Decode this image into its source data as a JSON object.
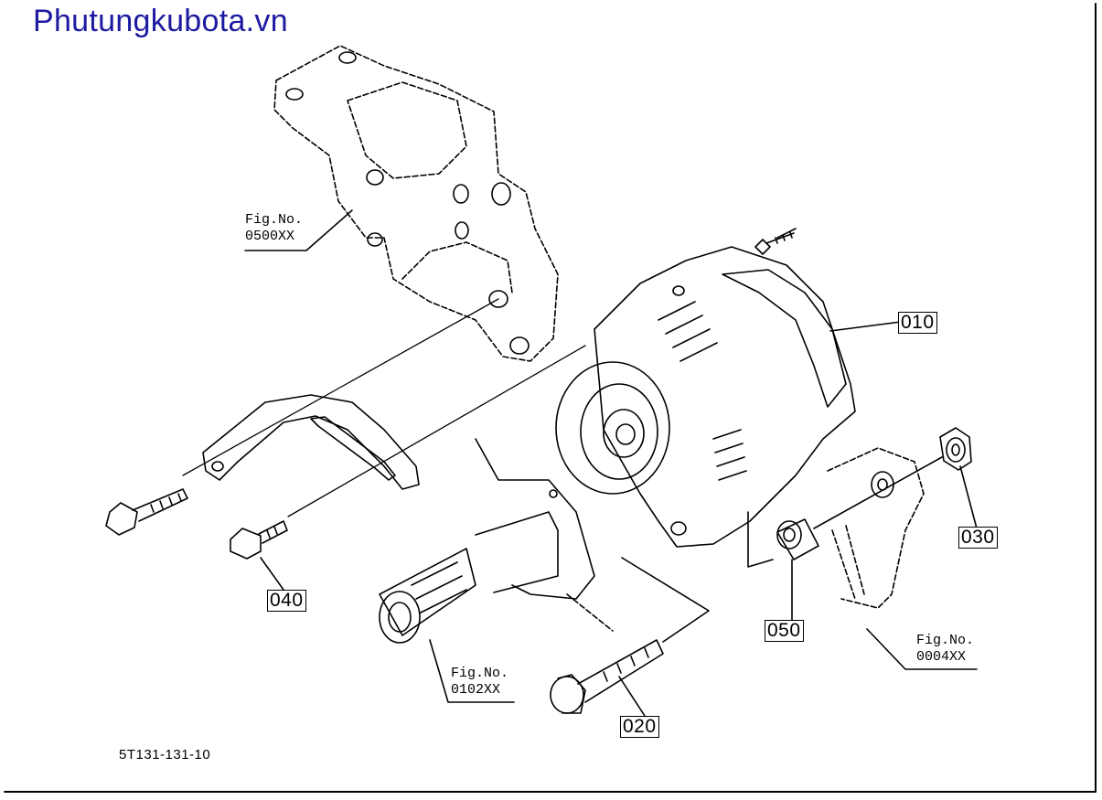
{
  "header": {
    "site_name": "Phutungkubota.vn"
  },
  "figure_refs": [
    {
      "label": "Fig.No.",
      "number": "0500XX"
    },
    {
      "label": "Fig.No.",
      "number": "0102XX"
    },
    {
      "label": "Fig.No.",
      "number": "0004XX"
    }
  ],
  "parts": [
    {
      "number": "010"
    },
    {
      "number": "020"
    },
    {
      "number": "030"
    },
    {
      "number": "040"
    },
    {
      "number": "050"
    }
  ],
  "diagram_code": "5T131-131-10",
  "colors": {
    "brand": "#1d1aa0",
    "ink": "#000000"
  }
}
